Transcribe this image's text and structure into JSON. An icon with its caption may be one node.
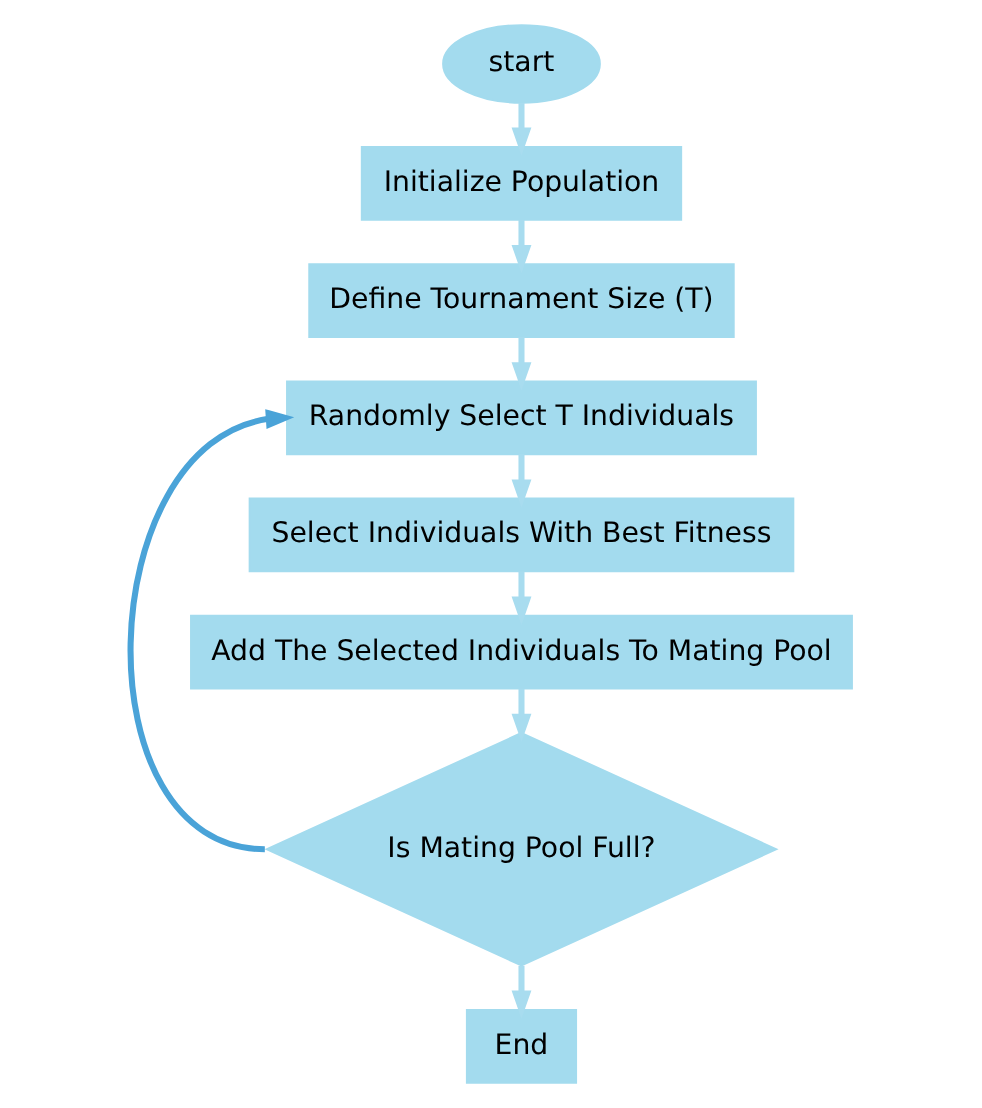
{
  "diagram": {
    "nodes": [
      {
        "text": [
          "start"
        ]
      },
      {
        "text": [
          "Initialize Population"
        ]
      },
      {
        "text": [
          "Define Tournament Size (T)"
        ]
      },
      {
        "text": [
          "Randomly Select T Individuals"
        ]
      },
      {
        "text": [
          "Select Individuals With Best Fitness"
        ]
      },
      {
        "text": [
          "Add The Selected Individuals To Mating Pool"
        ]
      },
      {
        "text": [
          "Is Mating Pool Full?"
        ]
      },
      {
        "text": [
          "End"
        ]
      }
    ],
    "edges": [
      {
        "from": 0,
        "to": 1,
        "arrow": "to"
      },
      {
        "from": 1,
        "to": 2,
        "arrow": "to"
      },
      {
        "from": 2,
        "to": 3,
        "arrow": "to"
      },
      {
        "from": 3,
        "to": 4,
        "arrow": "to"
      },
      {
        "from": 4,
        "to": 5,
        "arrow": "to"
      },
      {
        "from": 5,
        "to": 6,
        "arrow": "to"
      },
      {
        "from": 6,
        "to": 7,
        "arrow": "to"
      },
      {
        "from": 6,
        "to": 3,
        "arrow": "to",
        "color": "#4aa3d8"
      }
    ]
  }
}
